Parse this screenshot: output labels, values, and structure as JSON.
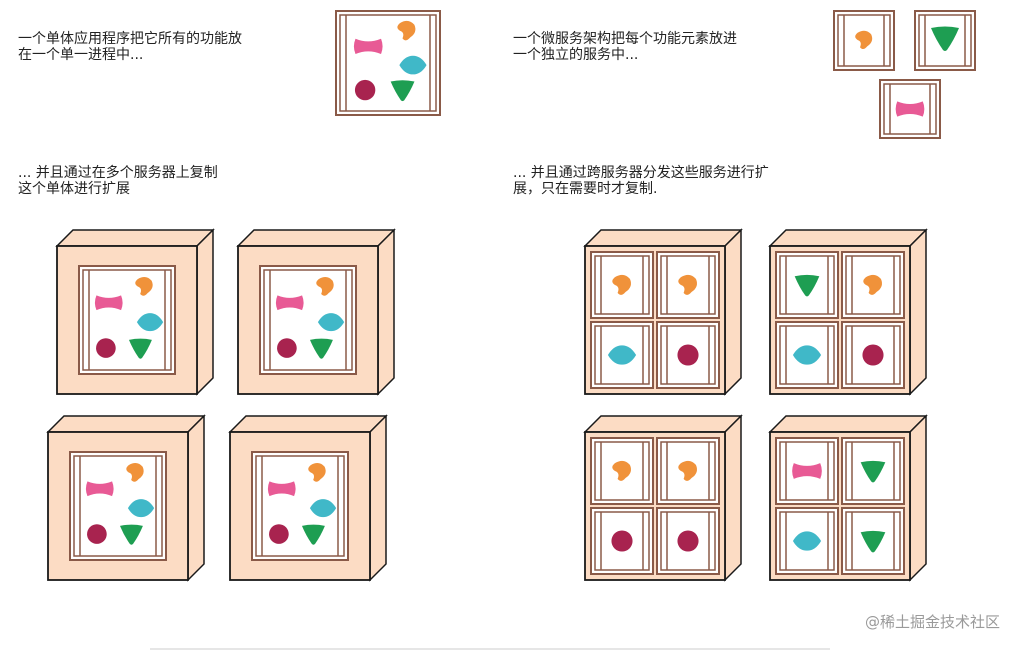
{
  "captions": {
    "monolith": "一个单体应用程序把它所有的功能放\n在一个单一进程中...",
    "microservices": "一个微服务架构把每个功能元素放进\n一个独立的服务中...",
    "monolith_scale": "... 并且通过在多个服务器上复制\n这个单体进行扩展",
    "microservices_scale": "... 并且通过跨服务器分发这些服务进行扩\n展，只在需要时才复制."
  },
  "watermark": "@稀土掘金技术社区",
  "colors": {
    "box_fill": "#fcdcc4",
    "box_stroke": "#1a1a1a",
    "frame_stroke": "#8a5a48",
    "pink": "#e85a95",
    "orange": "#f0923a",
    "teal": "#40b8c8",
    "maroon": "#a8234f",
    "green": "#1e9e52"
  },
  "shape_legend": [
    "pink-bowtie",
    "orange-blob",
    "teal-diamond",
    "maroon-circle",
    "green-triangle"
  ]
}
